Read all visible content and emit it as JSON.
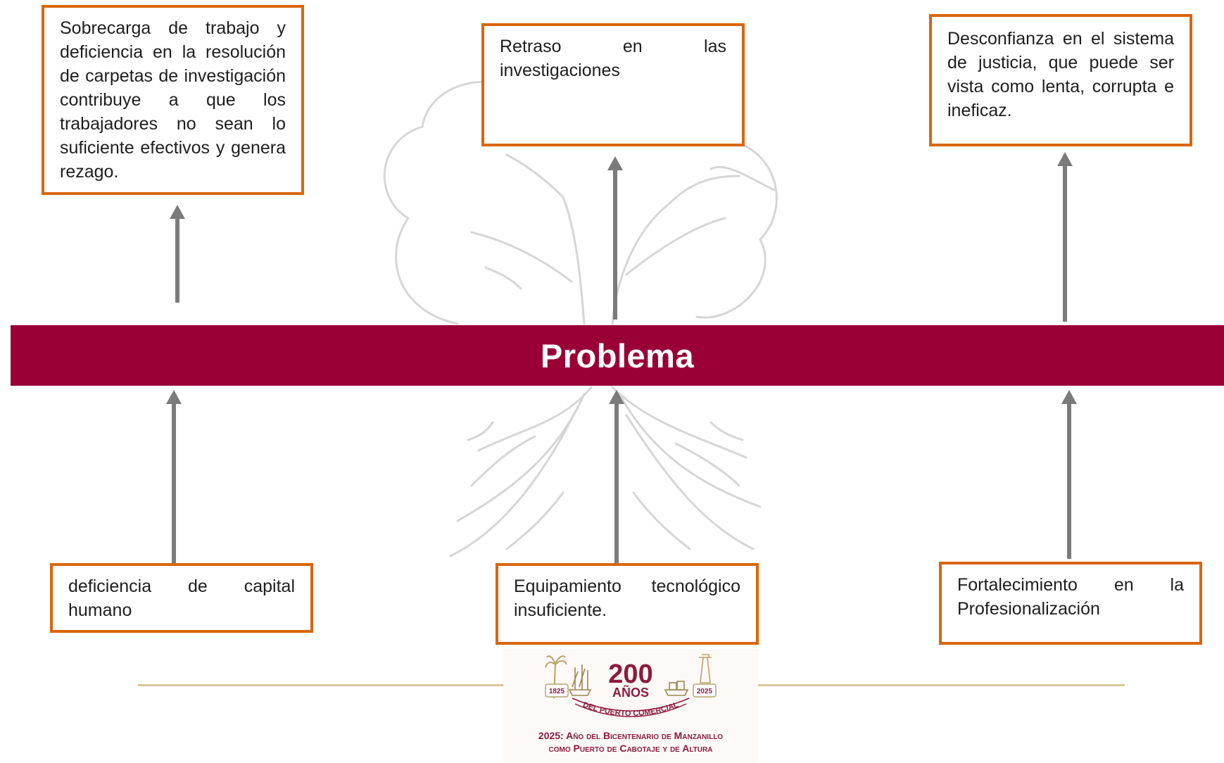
{
  "diagram": {
    "effects": [
      {
        "id": "effect-1",
        "text": "Sobrecarga de trabajo y deficiencia en la resolución de carpetas de investigación contribuye a que los trabajadores no sean lo suficiente efectivos y genera rezago."
      },
      {
        "id": "effect-2",
        "text": "Retraso en las investigaciones"
      },
      {
        "id": "effect-3",
        "text": "Desconfianza en el sistema de justicia, que puede ser vista como lenta, corrupta e ineficaz."
      }
    ],
    "problem": "Problema",
    "causes": [
      {
        "id": "cause-1",
        "text": "deficiencia de capital humano"
      },
      {
        "id": "cause-2",
        "text": "Equipamiento tecnológico insuficiente."
      },
      {
        "id": "cause-3",
        "text": "Fortalecimiento en la Profesionalización"
      }
    ]
  },
  "footer": {
    "logo": {
      "number": "200",
      "word": "AÑOS",
      "year_start": "1825",
      "year_end": "2025",
      "arc_text": "DEL PUERTO COMERCIAL"
    },
    "line1": "2025: Año del Bicentenario de Manzanillo",
    "line2": "como Puerto de Cabotaje y de Altura"
  },
  "colors": {
    "banner": "#9a0036",
    "box_border": "#d9660f",
    "arrow": "#7b7b7b",
    "footer_text": "#8d1a3f",
    "footer_line": "#d8c79a"
  }
}
